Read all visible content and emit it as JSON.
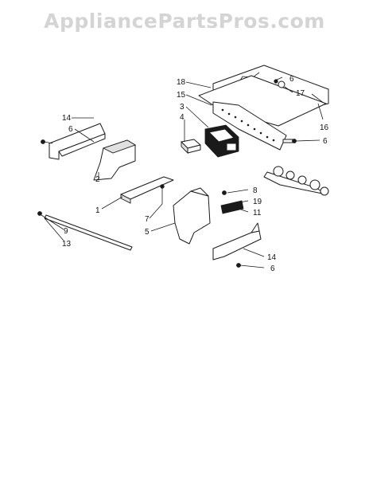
{
  "watermark": "AppliancePartsPros.com",
  "callouts": {
    "c18": "18",
    "c6a": "6",
    "c17": "17",
    "c15": "15",
    "c3": "3",
    "c4": "4",
    "c16": "16",
    "c6b": "6",
    "c14a": "14",
    "c6c": "6",
    "c2": "2",
    "c1": "1",
    "c8": "8",
    "c19": "19",
    "c11": "11",
    "c7": "7",
    "c5": "5",
    "c9": "9",
    "c13": "13",
    "c14b": "14",
    "c6d": "6"
  }
}
